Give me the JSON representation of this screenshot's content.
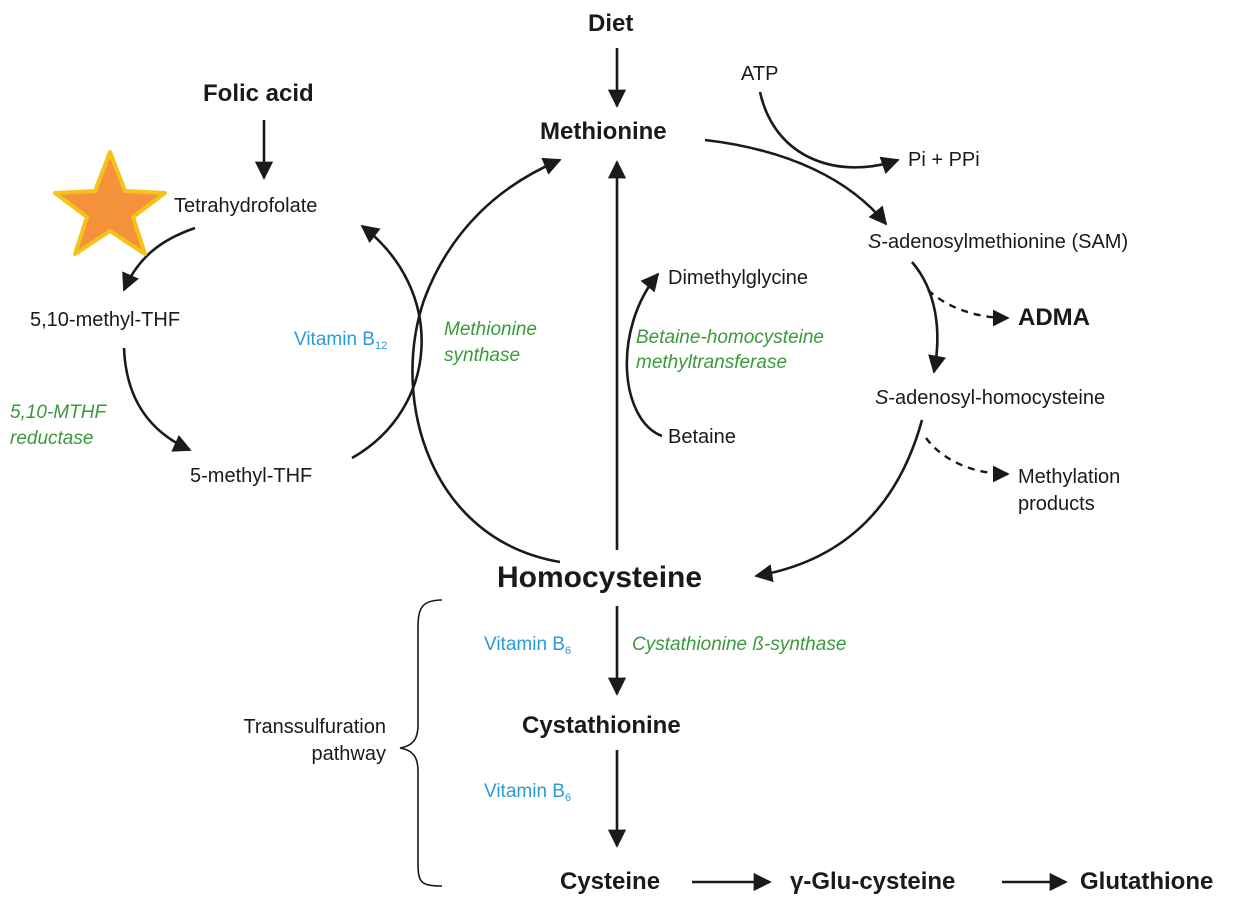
{
  "colors": {
    "enzyme": "#3a9a3a",
    "vitamin": "#2a9ad8",
    "text": "#1a1a1a",
    "star_fill": "#f4923c",
    "star_stroke": "#f6c21a"
  },
  "icons": {
    "star": "star-icon"
  },
  "nodes": {
    "diet": "Diet",
    "folic_acid": "Folic acid",
    "methionine": "Methionine",
    "atp": "ATP",
    "pi_ppi": "Pi + PPi",
    "tetrahydrofolate": "Tetrahydrofolate",
    "sam_prefix": "S",
    "sam_rest": "-adenosylmethionine (SAM)",
    "dimethylglycine": "Dimethylglycine",
    "methyl_thf_510": "5,10-methyl-THF",
    "adma": "ADMA",
    "sah_prefix": "S",
    "sah_rest": "-adenosyl-homocysteine",
    "betaine": "Betaine",
    "methyl_thf_5": "5-methyl-THF",
    "methylation_line1": "Methylation",
    "methylation_line2": "products",
    "homocysteine": "Homocysteine",
    "cystathionine": "Cystathionine",
    "cysteine": "Cysteine",
    "glu_cysteine": "γ-Glu-cysteine",
    "glutathione": "Glutathione"
  },
  "enzymes": {
    "mthfr_line1": "5,10-MTHF",
    "mthfr_line2": "reductase",
    "ms_line1": "Methionine",
    "ms_line2": "synthase",
    "bhmt_line1": "Betaine-homocysteine",
    "bhmt_line2": "methyltransferase",
    "cbs": "Cystathionine ß-synthase"
  },
  "vitamins": {
    "b12_base": "Vitamin B",
    "b12_sub": "12",
    "b6a_base": "Vitamin B",
    "b6a_sub": "6",
    "b6b_base": "Vitamin B",
    "b6b_sub": "6"
  },
  "annotations": {
    "transsulfuration_line1": "Transsulfuration",
    "transsulfuration_line2": "pathway"
  }
}
